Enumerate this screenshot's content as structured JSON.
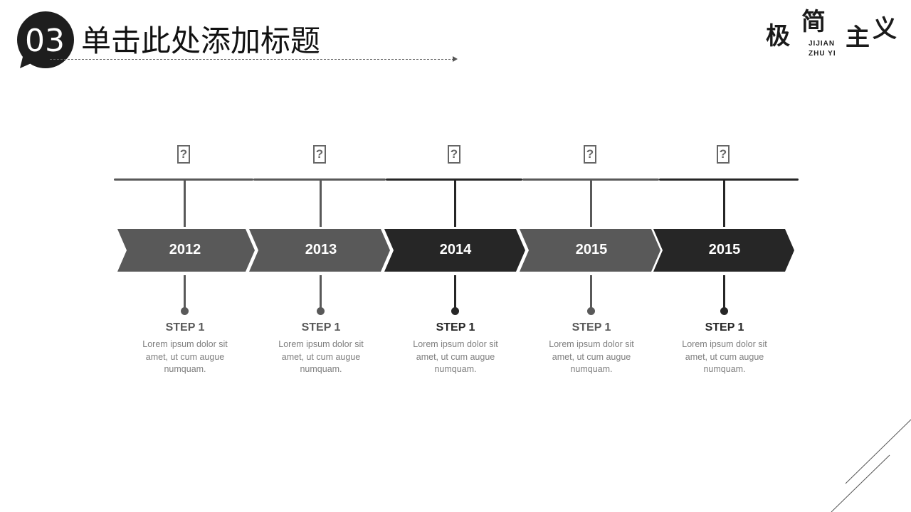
{
  "header": {
    "number": "03",
    "title": "单击此处添加标题"
  },
  "logo": {
    "chinese": "极简主义",
    "latin_line1": "JIJIAN",
    "latin_line2": "ZHU YI"
  },
  "colors": {
    "gray": "#595959",
    "dark": "#262626"
  },
  "timeline": [
    {
      "year": "2012",
      "step": "STEP 1",
      "desc": "Lorem ipsum dolor sit amet, ut cum augue numquam.",
      "icon": "?",
      "icon_name": "missing-glyph",
      "tone": "gray"
    },
    {
      "year": "2013",
      "step": "STEP 1",
      "desc": "Lorem ipsum dolor sit amet, ut cum augue numquam.",
      "icon": "?",
      "icon_name": "missing-glyph",
      "tone": "gray"
    },
    {
      "year": "2014",
      "step": "STEP 1",
      "desc": "Lorem ipsum dolor sit amet, ut cum augue numquam.",
      "icon": "?",
      "icon_name": "missing-glyph",
      "tone": "dark"
    },
    {
      "year": "2015",
      "step": "STEP 1",
      "desc": "Lorem ipsum dolor sit amet, ut cum augue numquam.",
      "icon": "?",
      "icon_name": "missing-glyph",
      "tone": "gray"
    },
    {
      "year": "2015",
      "step": "STEP 1",
      "desc": "Lorem ipsum dolor sit amet, ut cum augue numquam.",
      "icon": "?",
      "icon_name": "missing-glyph",
      "tone": "dark"
    }
  ]
}
